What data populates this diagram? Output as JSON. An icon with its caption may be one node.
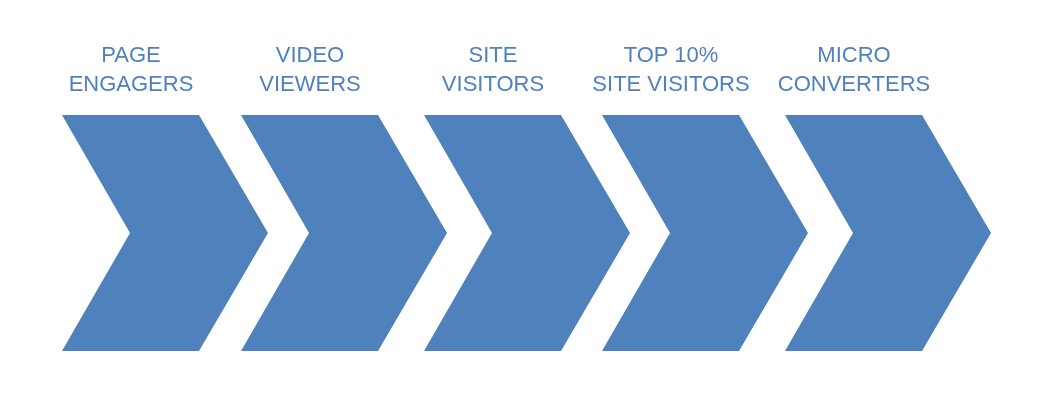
{
  "diagram": {
    "nodes": [
      {
        "text": [
          "PAGE ENGAGERS"
        ]
      },
      {
        "text": [
          "VIDEO VIEWERS"
        ]
      },
      {
        "text": [
          "SITE VISITORS"
        ]
      },
      {
        "text": [
          "TOP 10% SITE VISITORS"
        ]
      },
      {
        "text": [
          "MICRO CONVERTERS"
        ]
      }
    ]
  }
}
